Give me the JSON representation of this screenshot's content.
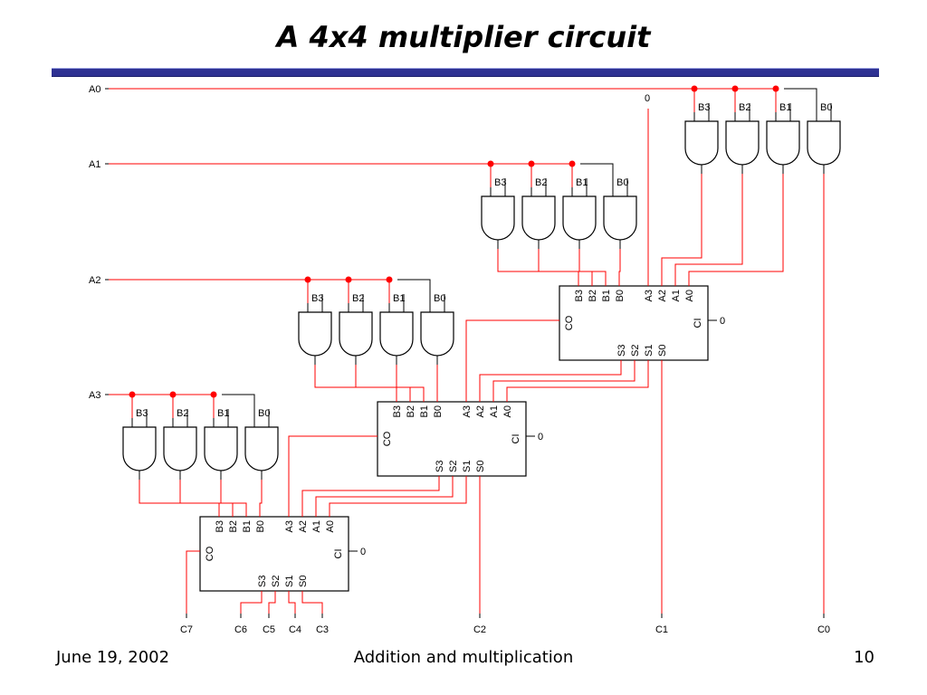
{
  "slide": {
    "title": "A 4x4 multiplier circuit",
    "footer_left": "June 19, 2002",
    "footer_center": "Addition and multiplication",
    "footer_right": "10"
  },
  "colors": {
    "wire": "#ff0000",
    "ink": "#000000",
    "title_rule": "#2e3192"
  },
  "circuit": {
    "inputs": [
      "A0",
      "A1",
      "A2",
      "A3"
    ],
    "gate_labels": [
      "B3",
      "B2",
      "B1",
      "B0"
    ],
    "adder_pins_b": [
      "B3",
      "B2",
      "B1",
      "B0"
    ],
    "adder_pins_a": [
      "A3",
      "A2",
      "A1",
      "A0"
    ],
    "adder_pins_s": [
      "S3",
      "S2",
      "S1",
      "S0"
    ],
    "pin_co": "CO",
    "pin_ci": "CI",
    "const_zero": "0",
    "outputs": [
      "C7",
      "C6",
      "C5",
      "C4",
      "C3",
      "C2",
      "C1",
      "C0"
    ]
  }
}
